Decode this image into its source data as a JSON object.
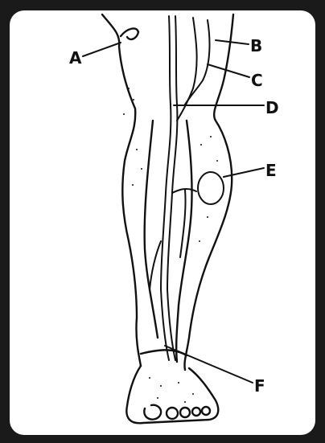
{
  "diagram": {
    "labels": {
      "a": "A",
      "b": "B",
      "c": "C",
      "d": "D",
      "e": "E",
      "f": "F"
    },
    "colors": {
      "ink": "#111111",
      "paper": "#ffffff",
      "frame": "#1a1a1a"
    }
  }
}
